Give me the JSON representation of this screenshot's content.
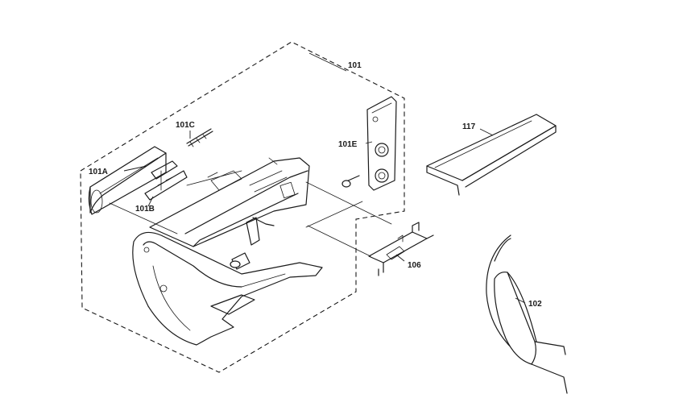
{
  "diagram": {
    "callouts": {
      "assembly": "101",
      "part_101a": "101A",
      "part_101b": "101B",
      "part_101c": "101C",
      "part_101e": "101E",
      "part_106": "106",
      "part_117": "117",
      "part_102": "102"
    }
  }
}
